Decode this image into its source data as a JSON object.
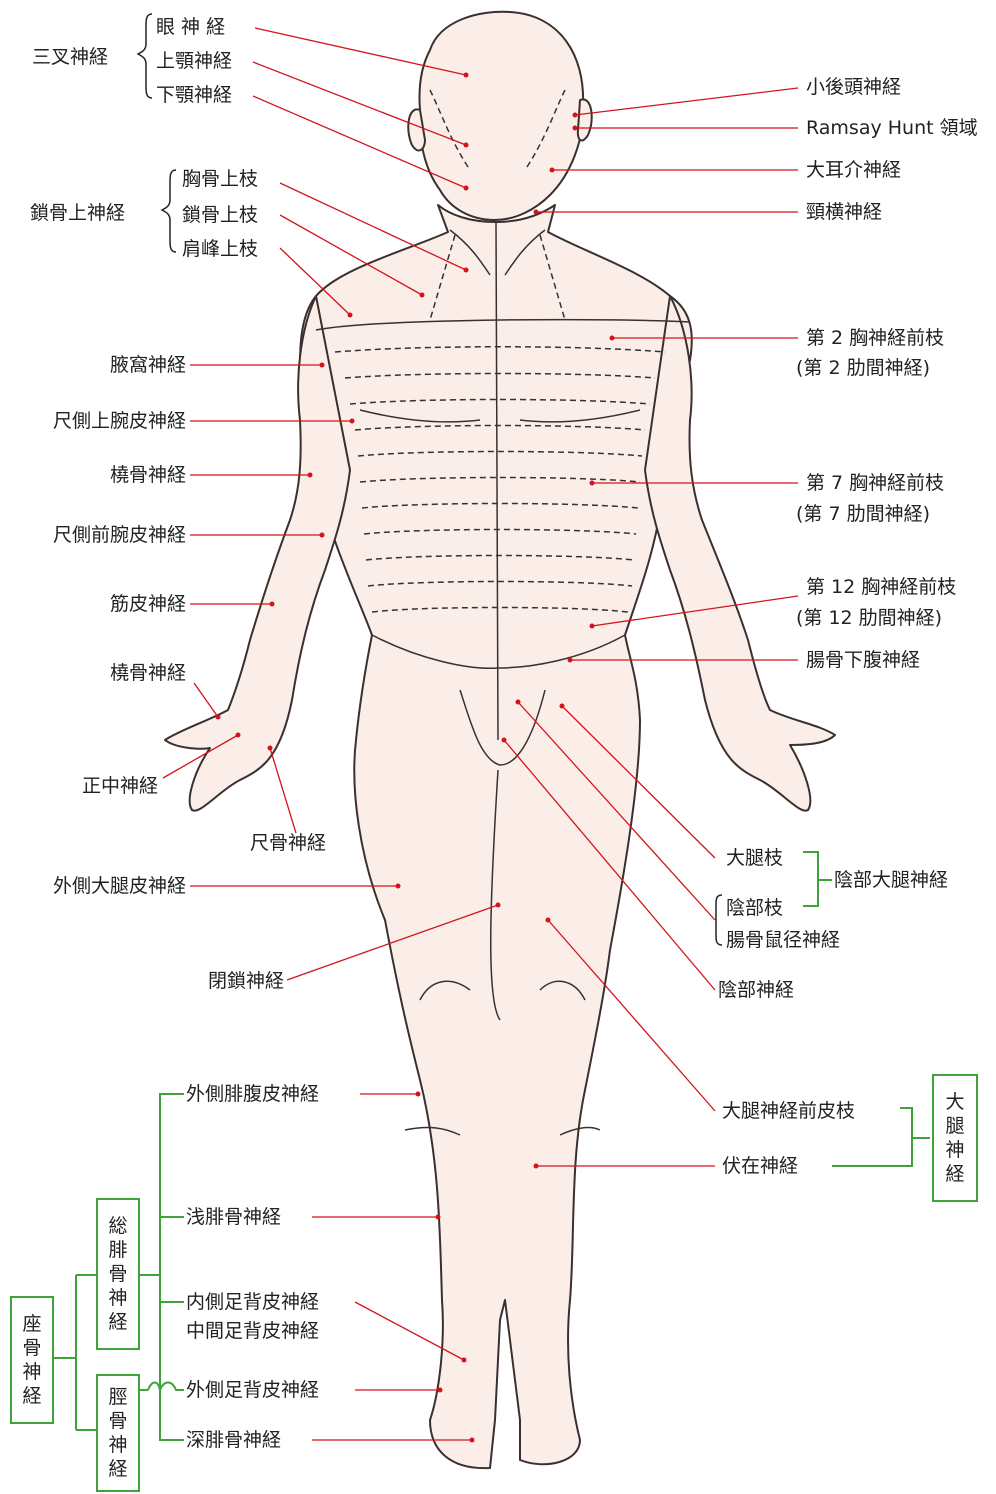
{
  "colors": {
    "leader": "#d4141c",
    "bracket": "#3fa33a",
    "outline": "#3a3030",
    "skin": "#fbeee8",
    "text": "#222222"
  },
  "labels": {
    "trigeminal": "三叉神経",
    "ophthalmic": "眼 神 経",
    "maxillary": "上顎神経",
    "mandibular": "下顎神経",
    "supraclavicular": "鎖骨上神経",
    "sternal_branch": "胸骨上枝",
    "clavicular_branch": "鎖骨上枝",
    "acromial_branch": "肩峰上枝",
    "lesser_occipital": "小後頭神経",
    "ramsay_hunt": "Ramsay Hunt 領域",
    "great_auricular": "大耳介神経",
    "transverse_cervical": "頸横神経",
    "axillary": "腋窩神経",
    "medial_brachial_cutaneous": "尺側上腕皮神経",
    "radial_upper": "橈骨神経",
    "medial_antebrachial_cutaneous": "尺側前腕皮神経",
    "musculocutaneous": "筋皮神経",
    "radial_hand": "橈骨神経",
    "median": "正中神経",
    "ulnar": "尺骨神経",
    "t2_line1": "第 2 胸神経前枝",
    "t2_line2": "(第 2 肋間神経)",
    "t7_line1": "第 7 胸神経前枝",
    "t7_line2": "(第 7 肋間神経)",
    "t12_line1": "第 12 胸神経前枝",
    "t12_line2": "(第 12 肋間神経)",
    "iliohypogastric": "腸骨下腹神経",
    "femoral_branch": "大腿枝",
    "genitofemoral": "陰部大腿神経",
    "genital_branch": "陰部枝",
    "ilioinguinal": "腸骨鼠径神経",
    "lateral_femoral_cutaneous": "外側大腿皮神経",
    "obturator": "閉鎖神経",
    "pudendal": "陰部神経",
    "anterior_femoral_cutaneous": "大腿神経前皮枝",
    "saphenous": "伏在神経",
    "lateral_sural_cutaneous": "外側腓腹皮神経",
    "superficial_peroneal": "浅腓骨神経",
    "medial_dorsal_cutaneous": "内側足背皮神経",
    "intermediate_dorsal_cutaneous": "中間足背皮神経",
    "lateral_dorsal_cutaneous": "外側足背皮神経",
    "deep_peroneal": "深腓骨神経"
  },
  "boxes": {
    "femoral": [
      "大",
      "腿",
      "神",
      "経"
    ],
    "common_peroneal": [
      "総",
      "腓",
      "骨",
      "神",
      "経"
    ],
    "sciatic": [
      "座",
      "骨",
      "神",
      "経"
    ],
    "tibial": [
      "脛",
      "骨",
      "神",
      "経"
    ]
  }
}
